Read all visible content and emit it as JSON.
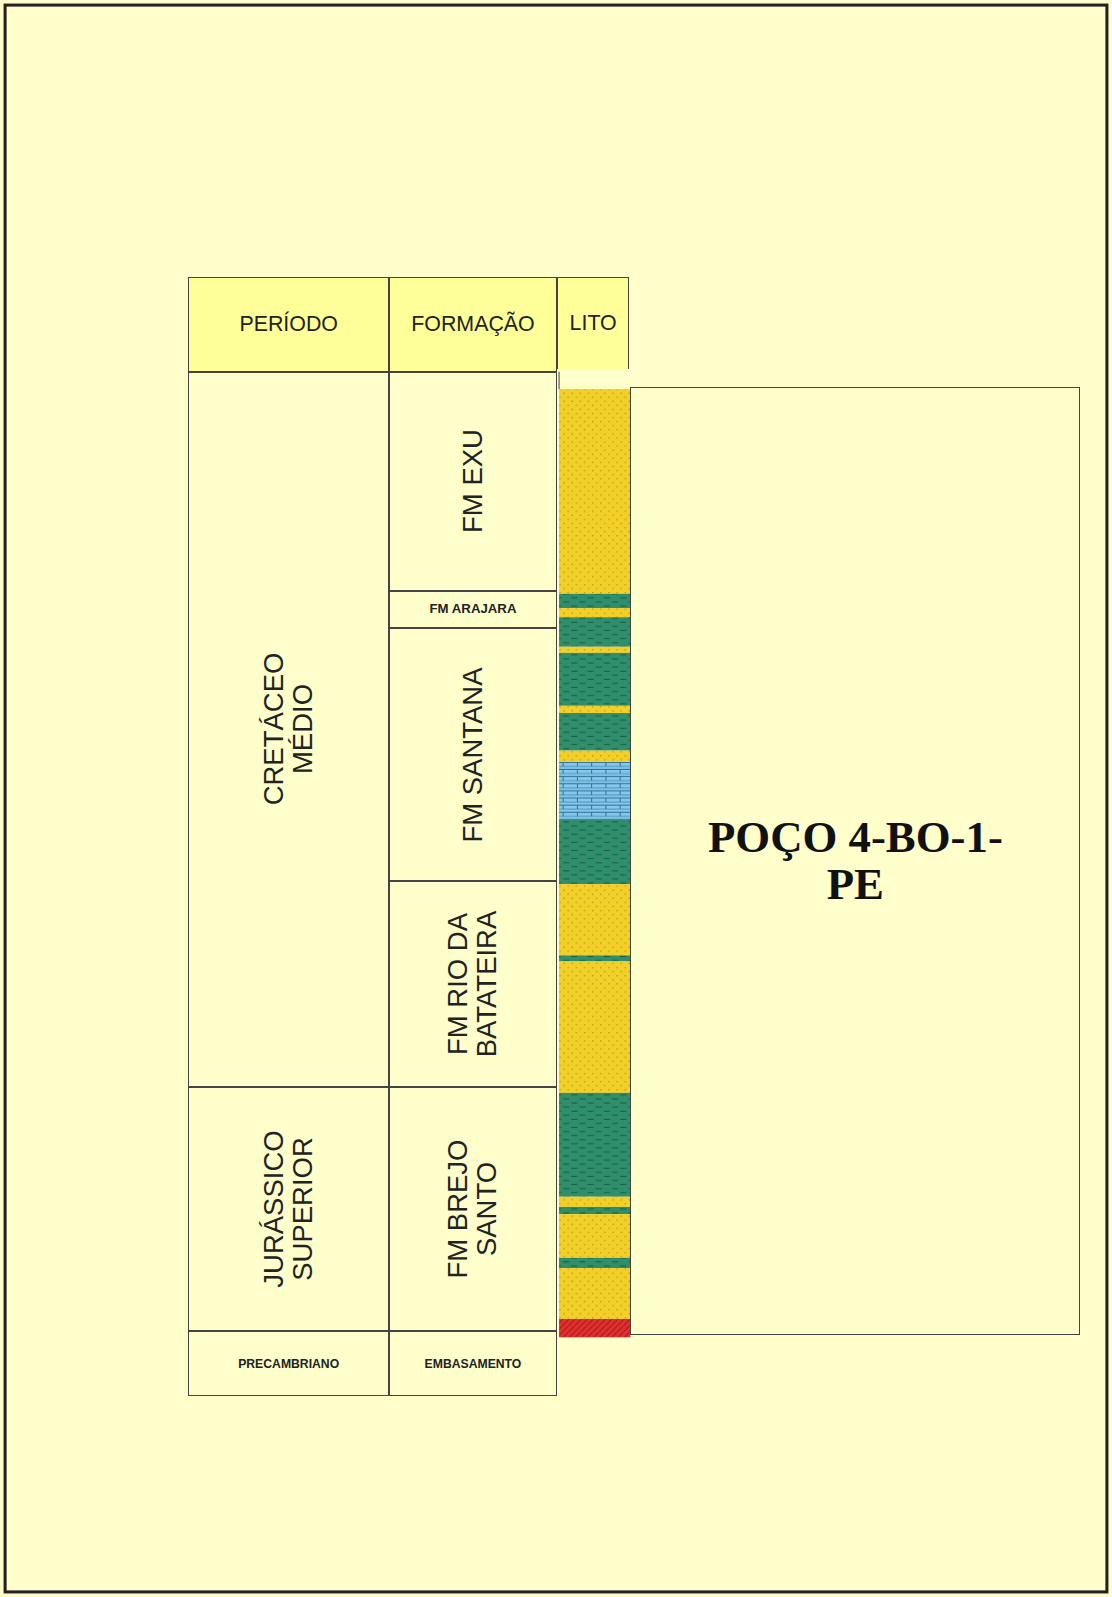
{
  "diagram": {
    "nodes": [
      {
        "text": [
          "PERÍODO"
        ]
      },
      {
        "text": [
          "FORMAÇÃO"
        ]
      },
      {
        "text": [
          "LITO"
        ]
      },
      {
        "text": [
          "CRETÁCEO MÉDIO"
        ]
      },
      {
        "text": [
          "FM EXU"
        ]
      },
      {
        "text": [
          "FM ARAJARA"
        ]
      },
      {
        "text": [
          "FM SANTANA"
        ]
      },
      {
        "text": [
          "FM RIO DA BATATEIRA"
        ]
      },
      {
        "text": [
          "JURÁSSICO SUPERIOR"
        ]
      },
      {
        "text": [
          "FM BREJO SANTO"
        ]
      },
      {
        "text": [
          "PRECAMBRIANO"
        ]
      },
      {
        "text": [
          "EMBASAMENTO"
        ]
      },
      {
        "text": [
          "POÇO 4-BO-1-PE"
        ]
      }
    ]
  }
}
